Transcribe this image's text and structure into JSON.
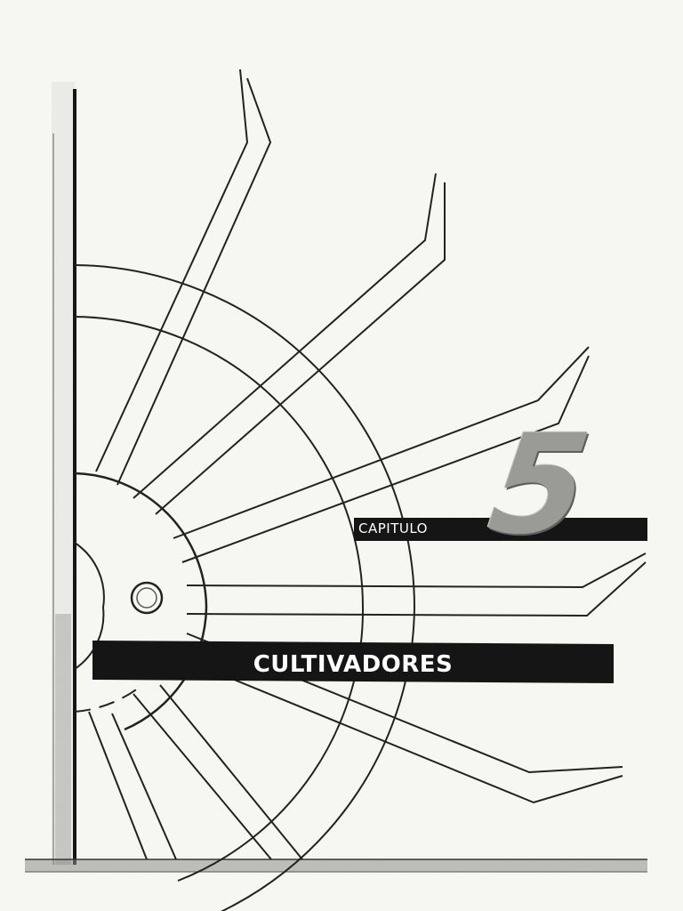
{
  "cover": {
    "chapter_label": "CAPITULO",
    "chapter_number": "5",
    "title": "CULTIVADORES"
  },
  "colors": {
    "band": "#111111",
    "paper": "#f8f8f5",
    "line": "#1e1e1e",
    "number_fill": "#9a9a96"
  },
  "icons": [
    "cultivator-wheel-illustration"
  ]
}
